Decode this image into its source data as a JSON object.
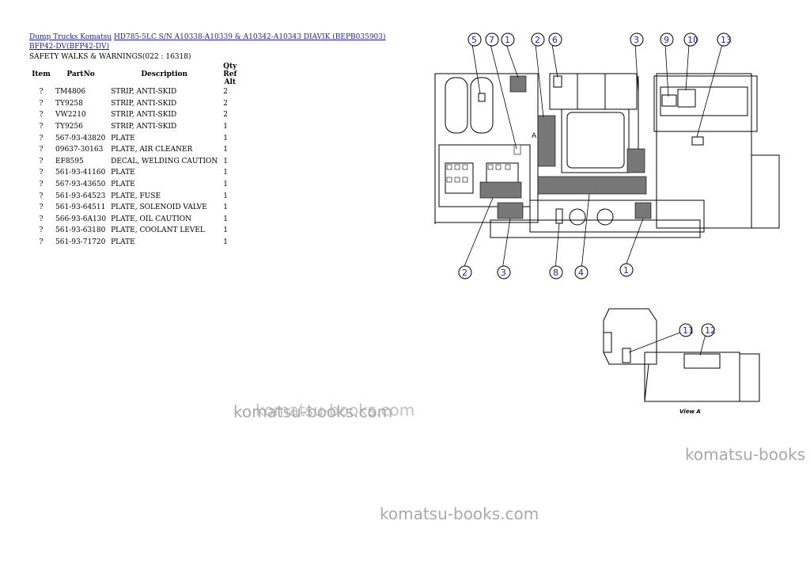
{
  "breadcrumb": {
    "link1": "Dump Trucks Komatsu",
    "link2": "HD785-5LC S/N A10338-A10339 & A10342-A10343 DIAVIK (BEPB035903)",
    "link3": "BFP42-DV(BFP42-DV)"
  },
  "section_title": "SAFETY WALKS & WARNINGS(022 : 16318)",
  "table": {
    "headers": [
      "Item",
      "PartNo",
      "Description",
      "Qty Ref Alt"
    ],
    "rows": [
      [
        "?",
        "TM4806",
        "STRIP, ANTI-SKID",
        "2"
      ],
      [
        "?",
        "TY9258",
        "STRIP, ANTI-SKID",
        "2"
      ],
      [
        "?",
        "VW2210",
        "STRIP, ANTI-SKID",
        "2"
      ],
      [
        "?",
        "TY9256",
        "STRIP, ANTI-SKID",
        "1"
      ],
      [
        "?",
        "567-93-43820",
        "PLATE",
        "1"
      ],
      [
        "?",
        "09637-30163",
        "PLATE, AIR CLEANER",
        "1"
      ],
      [
        "?",
        "EF8595",
        "DECAL, WELDING CAUTION",
        "1"
      ],
      [
        "?",
        "561-93-41160",
        "PLATE",
        "1"
      ],
      [
        "?",
        "567-93-43650",
        "PLATE",
        "1"
      ],
      [
        "?",
        "561-93-64523",
        "PLATE, FUSE",
        "1"
      ],
      [
        "?",
        "561-93-64511",
        "PLATE, SOLENOID VALVE",
        "1"
      ],
      [
        "?",
        "566-93-6A130",
        "PLATE, OIL CAUTION",
        "1"
      ],
      [
        "?",
        "561-93-63180",
        "PLATE, COOLANT LEVEL",
        "1"
      ],
      [
        "?",
        "561-93-71720",
        "PLATE",
        "1"
      ]
    ]
  },
  "diagram": {
    "callouts_top": [
      "5",
      "7",
      "1",
      "2",
      "6",
      "3",
      "9",
      "10",
      "13"
    ],
    "callouts_bottom": [
      "2",
      "3",
      "8",
      "4",
      "1"
    ],
    "callouts_view": [
      "11",
      "12"
    ],
    "arrow_label": "A",
    "view_label": "View A"
  },
  "watermarks": [
    "komatsu-books.com",
    "komatsu-books.com",
    "komatsu-books",
    "komatsu-books.com"
  ]
}
